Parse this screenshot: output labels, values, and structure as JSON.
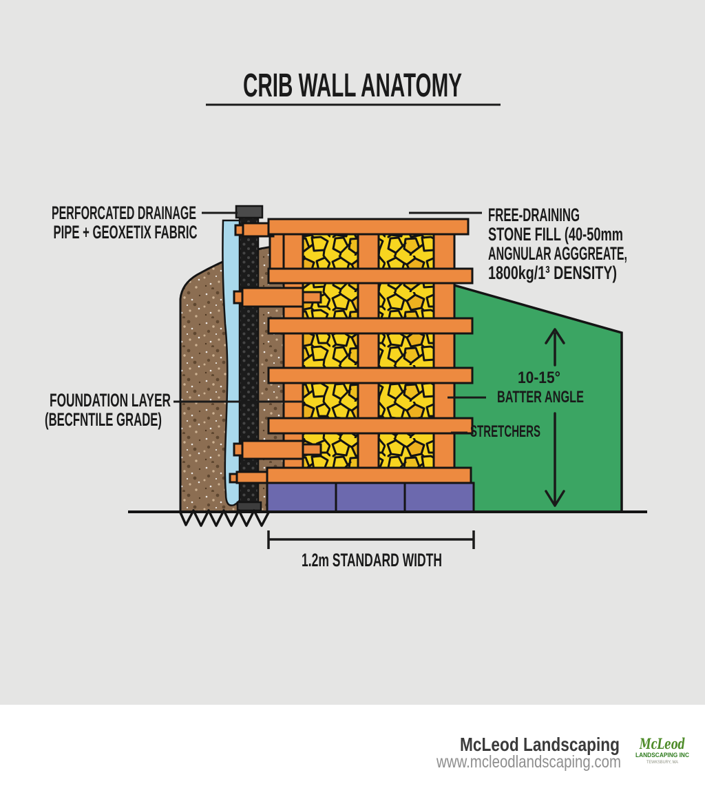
{
  "title": "CRIB WALL ANATOMY",
  "labels": {
    "drainage_pipe": {
      "line1": "PERFORCATED DRAINAGE",
      "line2": "PIPE + GEOXETIX FABRIC"
    },
    "stone_fill": {
      "line1": "FREE-DRAINING",
      "line2": "STONE FILL (40-50mm",
      "line3": "ANGNULAR AGGGREATE,",
      "line4": "1800kg/1³ DENSITY)"
    },
    "foundation": {
      "line1": "FOUNDATION LAYER",
      "line2": "(BECFNTILE GRADE)"
    },
    "batter_angle": {
      "line1": "10-15°",
      "line2": "BATTER ANGLE"
    },
    "stretchers": "STRETCHERS",
    "width_dimension": "1.2m STANDARD WIDTH"
  },
  "footer": {
    "company": "McLeod Landscaping",
    "website": "www.mcleodlandscaping.com",
    "logo": {
      "name": "McLeod",
      "subtitle": "LANDSCAPING INC",
      "location": "TEWKSBURY, MA"
    }
  },
  "colors": {
    "background": "#E5E5E4",
    "footer_background": "#FFFFFF",
    "outline": "#141414",
    "timber_orange": "#ED8A40",
    "stone_yellow": "#F7D520",
    "stone_shard": "#EDB11F",
    "foundation_purple": "#6C69AE",
    "backfill_green": "#3BA563",
    "soil_brown": "#8C6E52",
    "fabric_blue": "#A9D9EC",
    "pipe_black": "#1B1B1B",
    "pipe_cap_gray": "#4A4A4A",
    "text": "#1A1A1A",
    "muted_text": "#8E8E8E",
    "logo_green": "#4F8C2A"
  }
}
